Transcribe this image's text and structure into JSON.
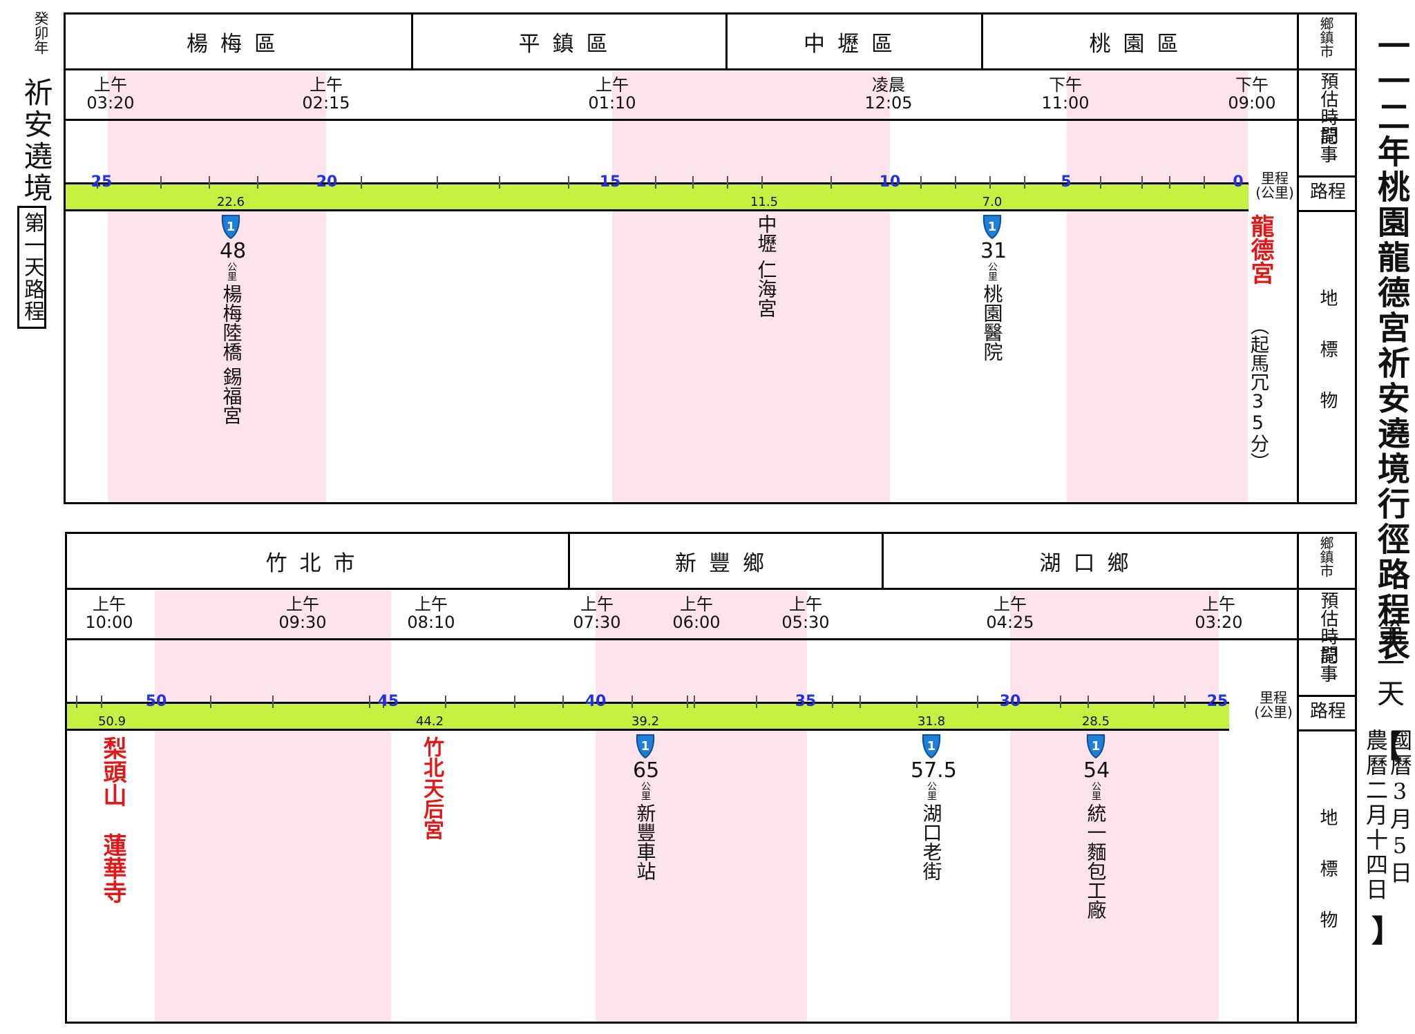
{
  "left": {
    "year": "癸卯年",
    "title": "祈安遶境",
    "day_box": "第一天路程"
  },
  "right": {
    "title": "一一二年桃園龍德宮祈安遶境行徑路程表",
    "day": "第一天",
    "bracket_open": "【",
    "bracket_close": "】",
    "date_solar": "國曆3月5日",
    "date_lunar": "農曆二月十四日"
  },
  "row_labels": {
    "district": "鄉鎮市",
    "time": "預估時間",
    "notes": "記事",
    "route": "路程",
    "landmark": "地標物",
    "km_unit_1": "里程",
    "km_unit_2": "(公里)"
  },
  "top": {
    "districts": [
      "楊梅區",
      "平鎮區",
      "中壢區",
      "桃園區"
    ],
    "times": [
      {
        "ampm": "上午",
        "clock": "03:20"
      },
      {
        "ampm": "上午",
        "clock": "02:15"
      },
      {
        "ampm": "上午",
        "clock": "01:10"
      },
      {
        "ampm": "凌晨",
        "clock": "12:05"
      },
      {
        "ampm": "下午",
        "clock": "11:00"
      },
      {
        "ampm": "下午",
        "clock": "09:00"
      }
    ],
    "km_marks": [
      "25",
      "20",
      "15",
      "10",
      "5",
      "0"
    ],
    "km_points": [
      "22.6",
      "11.5",
      "7.0"
    ],
    "landmarks": [
      {
        "dist": "48",
        "unit": "公里",
        "name": "楊梅陸橋",
        "name2": "錫福宮"
      },
      {
        "name": "中壢",
        "name2": "仁海宮"
      },
      {
        "dist": "31",
        "unit": "公里",
        "name": "桃園醫院"
      }
    ],
    "start": {
      "name": "龍德宮",
      "note": "（起馬冗35分）"
    }
  },
  "bottom": {
    "districts": [
      "竹北市",
      "新豐鄉",
      "湖口鄉"
    ],
    "times": [
      {
        "ampm": "上午",
        "clock": "10:00"
      },
      {
        "ampm": "上午",
        "clock": "09:30"
      },
      {
        "ampm": "上午",
        "clock": "08:10"
      },
      {
        "ampm": "上午",
        "clock": "07:30"
      },
      {
        "ampm": "上午",
        "clock": "06:00"
      },
      {
        "ampm": "上午",
        "clock": "05:30"
      },
      {
        "ampm": "上午",
        "clock": "04:25"
      },
      {
        "ampm": "上午",
        "clock": "03:20"
      }
    ],
    "km_marks": [
      "50",
      "45",
      "40",
      "35",
      "30",
      "25"
    ],
    "km_points": [
      "50.9",
      "44.2",
      "39.2",
      "31.8",
      "28.5"
    ],
    "red_landmarks": [
      {
        "name": "梨頭山"
      },
      {
        "name": "蓮華寺"
      },
      {
        "name": "竹北天后宮"
      }
    ],
    "landmarks": [
      {
        "dist": "65",
        "unit": "公里",
        "name": "新豐車站"
      },
      {
        "dist": "57.5",
        "unit": "公里",
        "name": "湖口老街"
      },
      {
        "dist": "54",
        "unit": "公里",
        "name": "統一麵包工廠"
      }
    ]
  },
  "shield_label": "1",
  "colors": {
    "road": "#c5f242",
    "pink": "#fde3ec",
    "red": "#e01818",
    "km_blue": "#2233dd",
    "shield": "#1f7fd6"
  }
}
